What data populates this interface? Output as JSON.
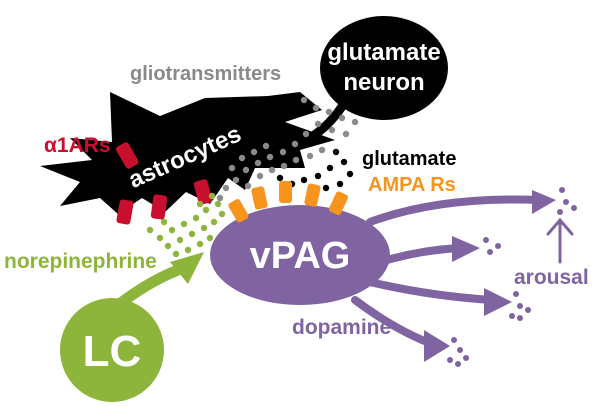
{
  "labels": {
    "glutamate_neuron_line1": "glutamate",
    "glutamate_neuron_line2": "neuron",
    "gliotransmitters": "gliotransmitters",
    "alpha1ars": "α1ARs",
    "astrocytes": "astrocytes",
    "glutamate": "glutamate",
    "ampa_rs": "AMPA Rs",
    "vpag": "vPAG",
    "norepinephrine": "norepinephrine",
    "lc": "LC",
    "arousal": "arousal",
    "dopamine": "dopamine"
  },
  "colors": {
    "black": "#000000",
    "gray_text": "#8a8a8a",
    "red_receptor": "#c8102e",
    "orange": "#f7941d",
    "purple": "#8064a2",
    "green": "#8db53c",
    "white": "#ffffff"
  },
  "icons": {
    "arrow": "up-arrow-icon"
  }
}
